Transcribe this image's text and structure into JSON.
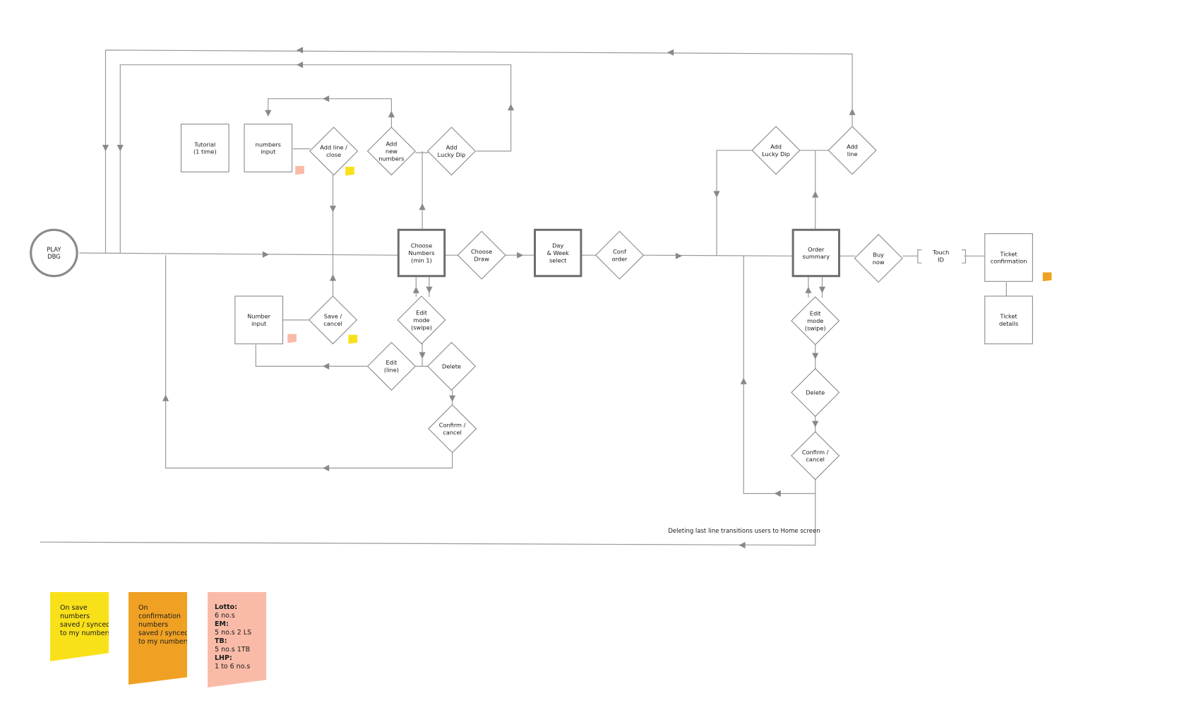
{
  "diagram": {
    "start_node": {
      "lines": [
        "PLAY",
        "DBG"
      ]
    },
    "nodes": {
      "tutorial": [
        "Tutorial",
        "(1 time)"
      ],
      "numbers_input_top": [
        "numbers",
        "input"
      ],
      "add_line_close": [
        "Add line /",
        "close"
      ],
      "add_new_numbers": [
        "Add",
        "new",
        "numbers"
      ],
      "add_lucky_dip_left": [
        "Add",
        "Lucky Dip"
      ],
      "choose_numbers": [
        "Choose",
        "Numbers",
        "(min 1)"
      ],
      "choose_draw": [
        "Choose",
        "Draw"
      ],
      "day_week_select": [
        "Day",
        "& Week",
        "select"
      ],
      "conf_order": [
        "Conf",
        "order"
      ],
      "number_input_bottom": [
        "Number",
        "input"
      ],
      "save_cancel": [
        "Save /",
        "cancel"
      ],
      "edit_mode_left": [
        "Edit",
        "mode",
        "(swipe)"
      ],
      "edit_line": [
        "Edit",
        "(line)"
      ],
      "delete_left": [
        "Delete"
      ],
      "confirm_cancel_left": [
        "Confirm /",
        "cancel"
      ],
      "add_lucky_dip_right": [
        "Add",
        "Lucky Dip"
      ],
      "add_line_right": [
        "Add",
        "line"
      ],
      "order_summary": [
        "Order",
        "summary"
      ],
      "buy_now": [
        "Buy",
        "now"
      ],
      "touch_id": [
        "Touch",
        "ID"
      ],
      "ticket_confirmation": [
        "Ticket",
        "confirmation"
      ],
      "ticket_details": [
        "Ticket",
        "details"
      ],
      "edit_mode_right": [
        "Edit",
        "mode",
        "(swipe)"
      ],
      "delete_right": [
        "Delete"
      ],
      "confirm_cancel_right": [
        "Confirm /",
        "cancel"
      ]
    },
    "annotation": "Deleting last line transitions users to Home screen"
  },
  "legend": {
    "yellow_note": {
      "lines": [
        "On save",
        "numbers",
        "saved / synced",
        "to my numbers"
      ]
    },
    "orange_note": {
      "lines": [
        "On",
        "confirmation",
        "numbers",
        "saved / synced",
        "to my numbers"
      ]
    },
    "pink_note": {
      "entries": [
        {
          "label": "Lotto:",
          "value": "6 no.s"
        },
        {
          "label": "EM:",
          "value": "5 no.s 2 LS"
        },
        {
          "label": "TB:",
          "value": "5 no.s 1TB"
        },
        {
          "label": "LHP:",
          "value": "1 to 6 no.s"
        }
      ]
    }
  },
  "colors": {
    "line": "#9a9a9a",
    "node_border": "#8a8a8a",
    "key_node_border": "#6e6e6e",
    "text": "#1a1a1a",
    "yellow": "#f9e11a",
    "orange": "#f0a123",
    "pink": "#f9bba8"
  }
}
